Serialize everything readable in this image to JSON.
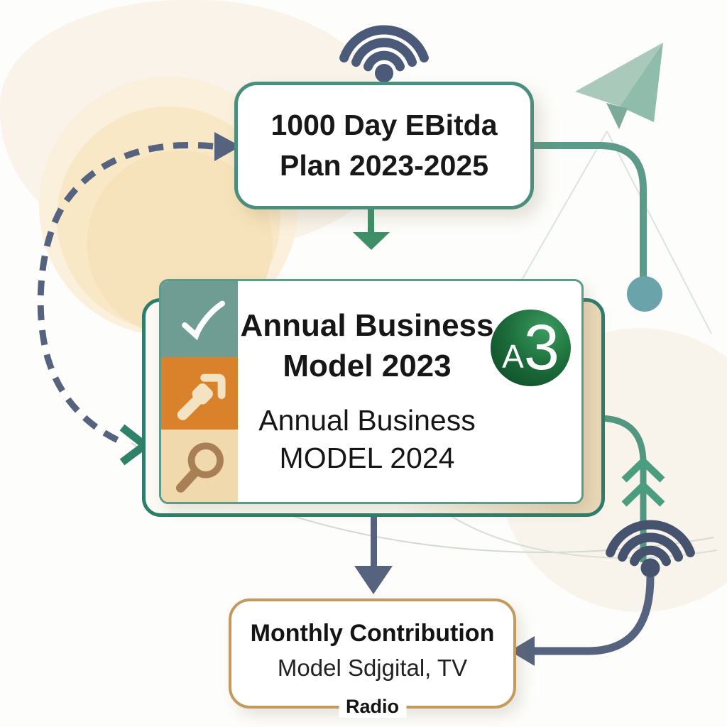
{
  "diagram": {
    "top_box": {
      "line1": "1000 Day EBitda",
      "line2": "Plan 2023-2025"
    },
    "middle_box": {
      "group1_line1": "Annual Business",
      "group1_line2": "Model 2023",
      "group2_line1": "Annual Business",
      "group2_line2": "MODEL 2024",
      "badge_a": "A",
      "badge_3": "3"
    },
    "bottom_box": {
      "line1": "Monthly Contribution",
      "line2": "Model Sdjgital, TV",
      "line3": "Radio"
    }
  },
  "icons": {
    "top_center": "wifi-icon",
    "right_lower": "wifi-icon",
    "top_right": "paper-plane-icon",
    "middle_cell_1": "checkmark-icon",
    "middle_cell_2": "arrow-up-right-icon",
    "middle_cell_3": "magnifier-icon"
  },
  "colors": {
    "top_box_border": "#4a8f7e",
    "connector_teal": "#5c9a89",
    "connector_green": "#4a9d7f",
    "green_arrow": "#3e8e68",
    "slate_arrow": "#56637e",
    "teal_cell": "#6f9d94",
    "orange_cell": "#d9822b",
    "tan_cell": "#efd9ad",
    "badge_green_light": "#3a9b5e",
    "badge_green_dark": "#0b4524",
    "bottom_box_border": "#c4995e",
    "node_circle": "#6ba3ab",
    "cream_circle": "#f8e8c6"
  }
}
